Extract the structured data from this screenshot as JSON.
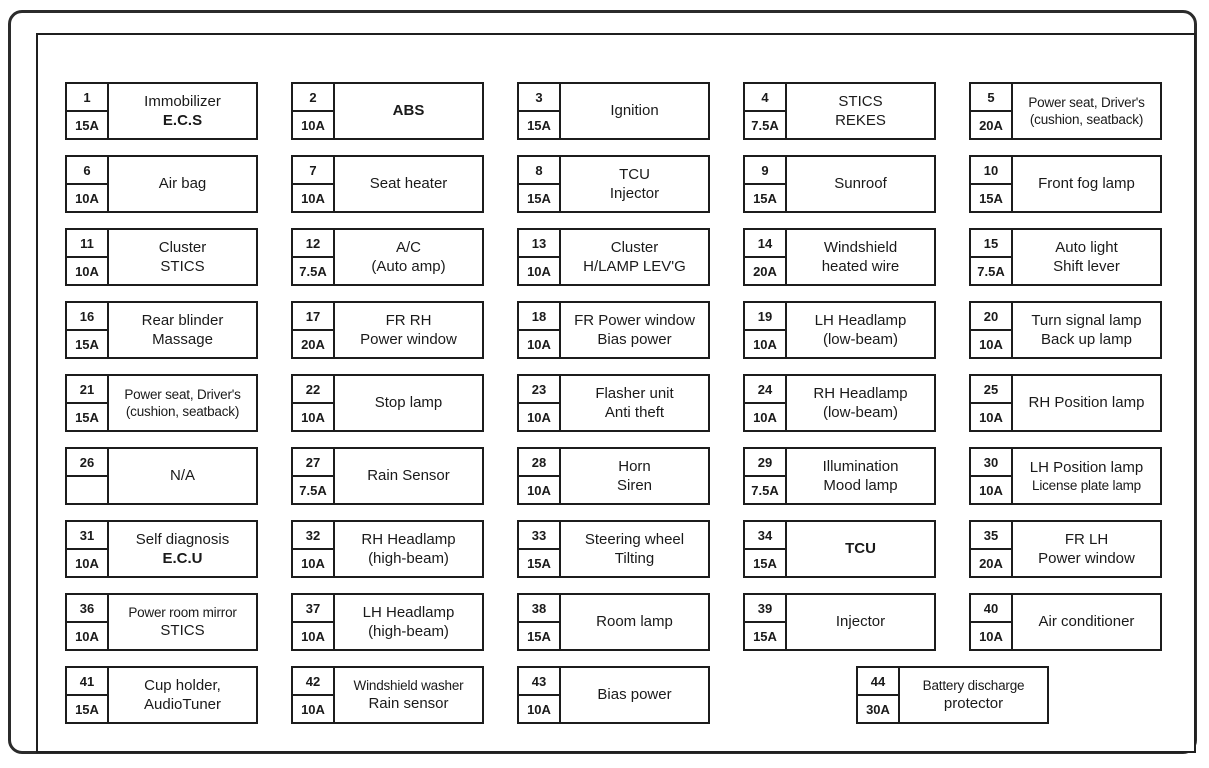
{
  "diagram": {
    "name": "interior-fuse-box-diagram",
    "columns": 5,
    "frame_color": "#2b2b2b",
    "box_border_color": "#1c1c1c",
    "background_color": "#ffffff",
    "fuses": [
      {
        "num": "1",
        "amp": "15A",
        "lines": [
          "Immobilizer",
          "E.C.S"
        ],
        "bold": [
          1
        ]
      },
      {
        "num": "2",
        "amp": "10A",
        "lines": [
          "ABS"
        ],
        "bold": [
          0
        ]
      },
      {
        "num": "3",
        "amp": "15A",
        "lines": [
          "Ignition"
        ],
        "bold": []
      },
      {
        "num": "4",
        "amp": "7.5A",
        "lines": [
          "STICS",
          "REKES"
        ],
        "bold": []
      },
      {
        "num": "5",
        "amp": "20A",
        "lines": [
          "Power seat, Driver's",
          "(cushion, seatback)"
        ],
        "bold": []
      },
      {
        "num": "6",
        "amp": "10A",
        "lines": [
          "Air bag"
        ],
        "bold": []
      },
      {
        "num": "7",
        "amp": "10A",
        "lines": [
          "Seat heater"
        ],
        "bold": []
      },
      {
        "num": "8",
        "amp": "15A",
        "lines": [
          "TCU",
          "Injector"
        ],
        "bold": []
      },
      {
        "num": "9",
        "amp": "15A",
        "lines": [
          "Sunroof"
        ],
        "bold": []
      },
      {
        "num": "10",
        "amp": "15A",
        "lines": [
          "Front fog lamp"
        ],
        "bold": []
      },
      {
        "num": "11",
        "amp": "10A",
        "lines": [
          "Cluster",
          "STICS"
        ],
        "bold": []
      },
      {
        "num": "12",
        "amp": "7.5A",
        "lines": [
          "A/C",
          "(Auto amp)"
        ],
        "bold": []
      },
      {
        "num": "13",
        "amp": "10A",
        "lines": [
          "Cluster",
          "H/LAMP LEV'G"
        ],
        "bold": []
      },
      {
        "num": "14",
        "amp": "20A",
        "lines": [
          "Windshield",
          "heated wire"
        ],
        "bold": []
      },
      {
        "num": "15",
        "amp": "7.5A",
        "lines": [
          "Auto light",
          "Shift lever"
        ],
        "bold": []
      },
      {
        "num": "16",
        "amp": "15A",
        "lines": [
          "Rear blinder",
          "Massage"
        ],
        "bold": []
      },
      {
        "num": "17",
        "amp": "20A",
        "lines": [
          "FR RH",
          "Power window"
        ],
        "bold": []
      },
      {
        "num": "18",
        "amp": "10A",
        "lines": [
          "FR Power window",
          "Bias power"
        ],
        "bold": []
      },
      {
        "num": "19",
        "amp": "10A",
        "lines": [
          "LH Headlamp",
          "(low-beam)"
        ],
        "bold": []
      },
      {
        "num": "20",
        "amp": "10A",
        "lines": [
          "Turn signal lamp",
          "Back up lamp"
        ],
        "bold": []
      },
      {
        "num": "21",
        "amp": "15A",
        "lines": [
          "Power seat, Driver's",
          "(cushion, seatback)"
        ],
        "bold": []
      },
      {
        "num": "22",
        "amp": "10A",
        "lines": [
          "Stop lamp"
        ],
        "bold": []
      },
      {
        "num": "23",
        "amp": "10A",
        "lines": [
          "Flasher unit",
          "Anti theft"
        ],
        "bold": []
      },
      {
        "num": "24",
        "amp": "10A",
        "lines": [
          "RH Headlamp",
          "(low-beam)"
        ],
        "bold": []
      },
      {
        "num": "25",
        "amp": "10A",
        "lines": [
          "RH Position lamp"
        ],
        "bold": []
      },
      {
        "num": "26",
        "amp": "",
        "lines": [
          "N/A"
        ],
        "bold": []
      },
      {
        "num": "27",
        "amp": "7.5A",
        "lines": [
          "Rain Sensor"
        ],
        "bold": []
      },
      {
        "num": "28",
        "amp": "10A",
        "lines": [
          "Horn",
          "Siren"
        ],
        "bold": []
      },
      {
        "num": "29",
        "amp": "7.5A",
        "lines": [
          "Illumination",
          "Mood lamp"
        ],
        "bold": []
      },
      {
        "num": "30",
        "amp": "10A",
        "lines": [
          "LH Position lamp",
          "License plate lamp"
        ],
        "bold": []
      },
      {
        "num": "31",
        "amp": "10A",
        "lines": [
          "Self diagnosis",
          "E.C.U"
        ],
        "bold": [
          1
        ]
      },
      {
        "num": "32",
        "amp": "10A",
        "lines": [
          "RH Headlamp",
          "(high-beam)"
        ],
        "bold": []
      },
      {
        "num": "33",
        "amp": "15A",
        "lines": [
          "Steering wheel",
          "Tilting"
        ],
        "bold": []
      },
      {
        "num": "34",
        "amp": "15A",
        "lines": [
          "TCU"
        ],
        "bold": [
          0
        ]
      },
      {
        "num": "35",
        "amp": "20A",
        "lines": [
          "FR LH",
          "Power window"
        ],
        "bold": []
      },
      {
        "num": "36",
        "amp": "10A",
        "lines": [
          "Power room mirror",
          "STICS"
        ],
        "bold": []
      },
      {
        "num": "37",
        "amp": "10A",
        "lines": [
          "LH Headlamp",
          "(high-beam)"
        ],
        "bold": []
      },
      {
        "num": "38",
        "amp": "15A",
        "lines": [
          "Room lamp"
        ],
        "bold": []
      },
      {
        "num": "39",
        "amp": "15A",
        "lines": [
          "Injector"
        ],
        "bold": []
      },
      {
        "num": "40",
        "amp": "10A",
        "lines": [
          "Air conditioner"
        ],
        "bold": []
      },
      {
        "num": "41",
        "amp": "15A",
        "lines": [
          "Cup holder,",
          "AudioTuner"
        ],
        "bold": []
      },
      {
        "num": "42",
        "amp": "10A",
        "lines": [
          "Windshield washer",
          "Rain sensor"
        ],
        "bold": []
      },
      {
        "num": "43",
        "amp": "10A",
        "lines": [
          "Bias power"
        ],
        "bold": []
      },
      {
        "num": "44",
        "amp": "30A",
        "lines": [
          "Battery discharge",
          "protector"
        ],
        "bold": [],
        "offset_center": true
      }
    ]
  }
}
